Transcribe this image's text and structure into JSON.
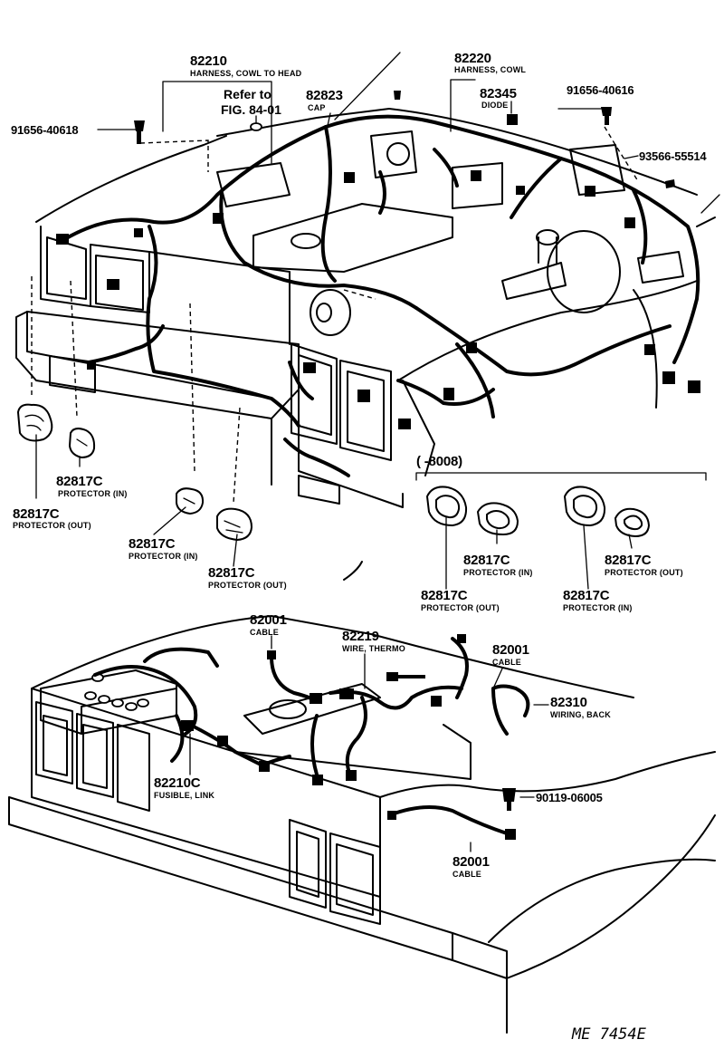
{
  "labels": {
    "harness_cowl_to_head": {
      "part": "82210",
      "desc": "HARNESS, COWL TO HEAD"
    },
    "refer_to": {
      "line1": "Refer to",
      "line2": "FIG. 84-01"
    },
    "cap": {
      "part": "82823",
      "desc": "CAP"
    },
    "bolt_left": {
      "part": "91656-40618"
    },
    "harness_cowl": {
      "part": "82220",
      "desc": "HARNESS, COWL"
    },
    "diode": {
      "part": "82345",
      "desc": "DIODE"
    },
    "bolt_right": {
      "part": "91656-40616"
    },
    "clip_right": {
      "part": "93566-55514"
    },
    "protector_in_1": {
      "part": "82817C",
      "desc": "PROTECTOR (IN)"
    },
    "protector_out_1": {
      "part": "82817C",
      "desc": "PROTECTOR (OUT)"
    },
    "protector_in_2": {
      "part": "82817C",
      "desc": "PROTECTOR (IN)"
    },
    "protector_out_2": {
      "part": "82817C",
      "desc": "PROTECTOR (OUT)"
    },
    "date_range": "( -8008)",
    "protector_in_3": {
      "part": "82817C",
      "desc": "PROTECTOR (IN)"
    },
    "protector_out_3": {
      "part": "82817C",
      "desc": "PROTECTOR (OUT)"
    },
    "protector_out_4": {
      "part": "82817C",
      "desc": "PROTECTOR (OUT)"
    },
    "protector_in_4": {
      "part": "82817C",
      "desc": "PROTECTOR (IN)"
    },
    "cable_1": {
      "part": "82001",
      "desc": "CABLE"
    },
    "wire_thermo": {
      "part": "82219",
      "desc": "WIRE, THERMO"
    },
    "cable_2": {
      "part": "82001",
      "desc": "CABLE"
    },
    "wiring_back": {
      "part": "82310",
      "desc": "WIRING, BACK"
    },
    "fusible_link": {
      "part": "82210C",
      "desc": "FUSIBLE, LINK"
    },
    "screw": {
      "part": "90119-06005"
    },
    "cable_3": {
      "part": "82001",
      "desc": "CABLE"
    }
  },
  "drawing_code": "ME 7454E"
}
